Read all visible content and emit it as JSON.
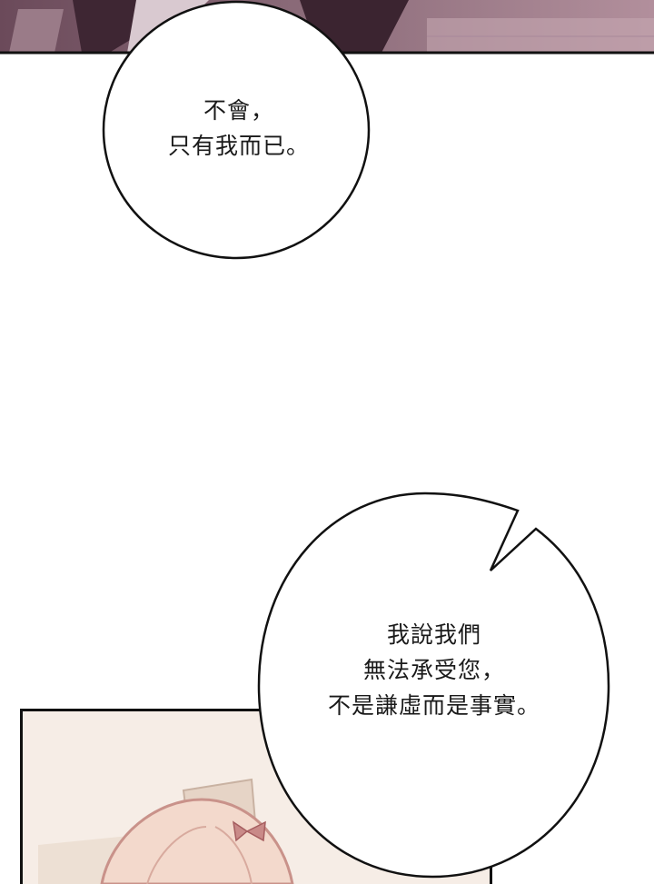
{
  "panels": {
    "top": {
      "description_key": "top-comic-panel"
    },
    "bottom": {
      "description_key": "bottom-comic-panel"
    }
  },
  "bubbles": [
    {
      "lines": [
        "不會，",
        "只有我而已。"
      ]
    },
    {
      "lines": [
        "我說我們",
        "無法承受您，",
        "不是謙虛而是事實。"
      ]
    }
  ],
  "colors": {
    "panel_border": "#111111",
    "top_panel_dark": "#5a3a4a",
    "top_panel_light": "#b89aa4",
    "bottom_panel_bg": "#f6ede6",
    "hair": "#f3d9cc",
    "hair_shadow": "#c9928a"
  }
}
